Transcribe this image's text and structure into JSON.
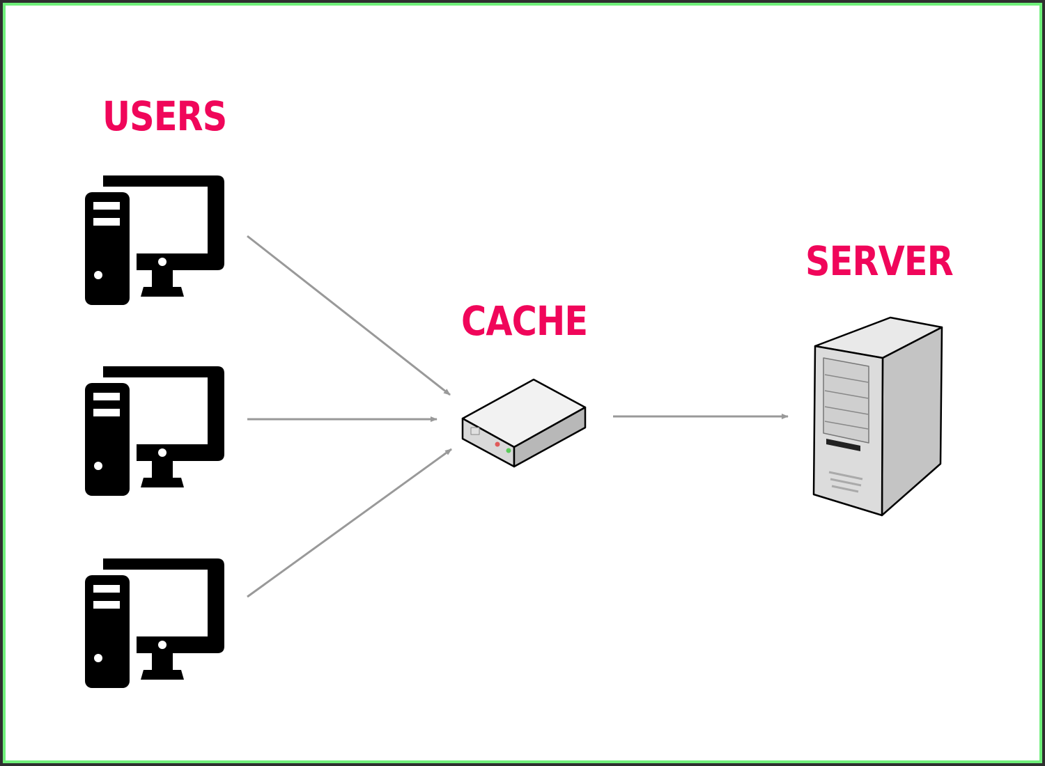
{
  "colors": {
    "frame": "#6ff07a",
    "background": "#ffffff",
    "label": "#f0065a",
    "arrow": "#999999",
    "icon": "#000000",
    "device_light": "#e9e9e9",
    "device_dark": "#bdbdbd"
  },
  "labels": {
    "users": "USERS",
    "cache": "CACHE",
    "server": "SERVER"
  },
  "icons": {
    "user_computer": "desktop-computer-icon",
    "cache_device": "network-appliance-icon",
    "server_device": "tower-server-icon"
  },
  "users": [
    {
      "icon": "desktop-computer-icon"
    },
    {
      "icon": "desktop-computer-icon"
    },
    {
      "icon": "desktop-computer-icon"
    }
  ],
  "edges": [
    {
      "from": "user-1",
      "to": "cache"
    },
    {
      "from": "user-2",
      "to": "cache"
    },
    {
      "from": "user-3",
      "to": "cache"
    },
    {
      "from": "cache",
      "to": "server"
    }
  ]
}
